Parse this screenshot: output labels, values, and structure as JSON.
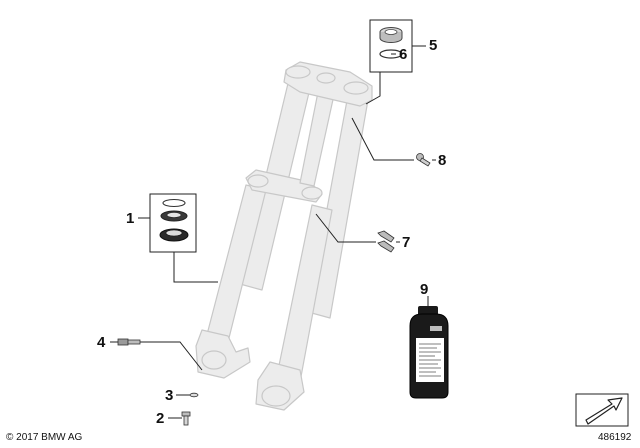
{
  "callouts": [
    {
      "id": "1",
      "label": "1"
    },
    {
      "id": "2",
      "label": "2"
    },
    {
      "id": "3",
      "label": "3"
    },
    {
      "id": "4",
      "label": "4"
    },
    {
      "id": "5",
      "label": "5"
    },
    {
      "id": "6",
      "label": "6"
    },
    {
      "id": "7",
      "label": "7"
    },
    {
      "id": "8",
      "label": "8"
    },
    {
      "id": "9",
      "label": "9"
    }
  ],
  "footer": {
    "copyright": "© 2017 BMW AG",
    "diagram_number": "486192"
  },
  "colors": {
    "fork_fill": "#ececec",
    "fork_stroke": "#c9c9c9",
    "line": "#222222",
    "bottle": "#1a1a1a"
  },
  "icons": {
    "direction": "arrow-icon"
  }
}
